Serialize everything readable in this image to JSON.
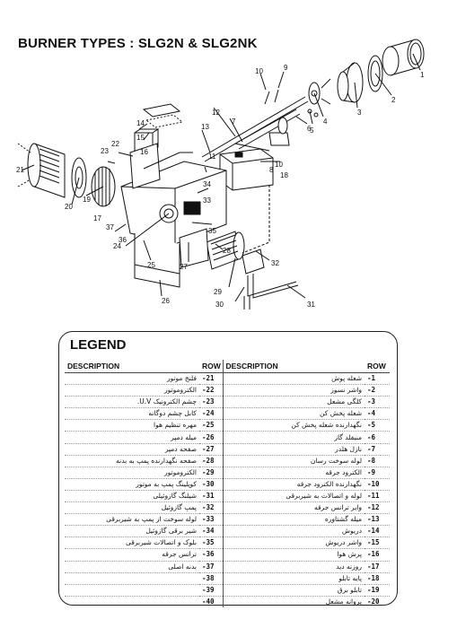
{
  "title": "BURNER TYPES : SLG2N & SLG2NK",
  "diagram": {
    "callouts": [
      "1",
      "2",
      "3",
      "4",
      "5",
      "6",
      "7",
      "8",
      "9",
      "10",
      "10",
      "11",
      "12",
      "13",
      "14",
      "15",
      "16",
      "17",
      "18",
      "19",
      "20",
      "21",
      "22",
      "23",
      "24",
      "25",
      "26",
      "27",
      "28",
      "29",
      "30",
      "31",
      "32",
      "33",
      "34",
      "35",
      "36",
      "37"
    ]
  },
  "legend": {
    "title": "LEGEND",
    "headers": {
      "description": "DESCRIPTION",
      "row": "ROW"
    },
    "left_column": [
      {
        "row": "-21",
        "desc": "فلنج موتور"
      },
      {
        "row": "-22",
        "desc": "الکتروموتور"
      },
      {
        "row": "-23",
        "desc": "چشم الکترونیک U.V."
      },
      {
        "row": "-24",
        "desc": "کابل چشم دوگانه"
      },
      {
        "row": "-25",
        "desc": "مهره تنظیم هوا"
      },
      {
        "row": "-26",
        "desc": "میله دمپر"
      },
      {
        "row": "-27",
        "desc": "صفحه دمپر"
      },
      {
        "row": "-28",
        "desc": "صفحه نگهدارنده پمپ به بدنه"
      },
      {
        "row": "-29",
        "desc": "الکتروموتور"
      },
      {
        "row": "-30",
        "desc": "کوپلینگ پمپ به موتور"
      },
      {
        "row": "-31",
        "desc": "شیلنگ گازوئیلی"
      },
      {
        "row": "-32",
        "desc": "پمپ گازوئیل"
      },
      {
        "row": "-33",
        "desc": "لوله سوخت از پمپ به شیربرقی"
      },
      {
        "row": "-34",
        "desc": "شیر برقی گازوئیل"
      },
      {
        "row": "-35",
        "desc": "بلوک و اتصالات شیربرقی"
      },
      {
        "row": "-36",
        "desc": "ترانس جرقه"
      },
      {
        "row": "-37",
        "desc": "بدنه اصلی"
      },
      {
        "row": "-38",
        "desc": ""
      },
      {
        "row": "-39",
        "desc": ""
      },
      {
        "row": "-40",
        "desc": ""
      }
    ],
    "right_column": [
      {
        "row": "-1",
        "desc": "شعله پوش"
      },
      {
        "row": "-2",
        "desc": "واشر نسوز"
      },
      {
        "row": "-3",
        "desc": "کلگی مشعل"
      },
      {
        "row": "-4",
        "desc": "شعله پخش کن"
      },
      {
        "row": "-5",
        "desc": "نگهدارنده شعله پخش کن"
      },
      {
        "row": "-6",
        "desc": "منیفلد گاز"
      },
      {
        "row": "-7",
        "desc": "نازل هلدر"
      },
      {
        "row": "-8",
        "desc": "لوله سوخت رسان"
      },
      {
        "row": "-9",
        "desc": "الکترود جرقه"
      },
      {
        "row": "-10",
        "desc": "نگهدارنده الکترود جرقه"
      },
      {
        "row": "-11",
        "desc": "لوله و اتصالات به شیربرقی"
      },
      {
        "row": "-12",
        "desc": "وایر ترانس جرقه"
      },
      {
        "row": "-13",
        "desc": "میله گشتاوره"
      },
      {
        "row": "-14",
        "desc": "دریوش"
      },
      {
        "row": "-15",
        "desc": "واشر دریوش"
      },
      {
        "row": "-16",
        "desc": "پرش هوا"
      },
      {
        "row": "-17",
        "desc": "روزنه دید"
      },
      {
        "row": "-18",
        "desc": "پایه تابلو"
      },
      {
        "row": "-19",
        "desc": "تابلو برق"
      },
      {
        "row": "-20",
        "desc": "پروانه مشعل"
      }
    ]
  }
}
